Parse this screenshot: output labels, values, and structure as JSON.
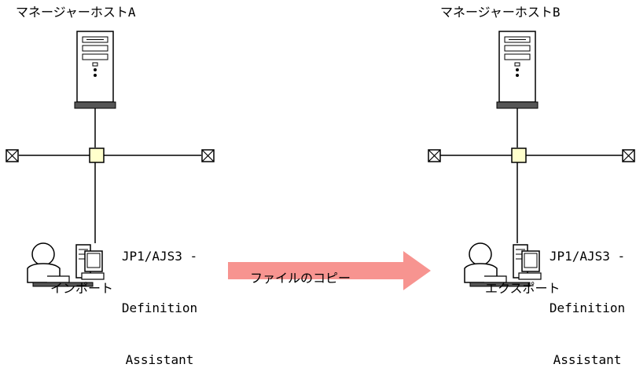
{
  "left_host": {
    "title": "マネージャーホストA",
    "product_lines": [
      "JP1/AJS3 -",
      "Definition",
      "Assistant"
    ],
    "caption": "インポート"
  },
  "right_host": {
    "title": "マネージャーホストB",
    "product_lines": [
      "JP1/AJS3 -",
      "Definition",
      "Assistant"
    ],
    "caption": "エクスポート"
  },
  "transfer": {
    "label": "ファイルのコピー",
    "arrow_color": "#f79490"
  },
  "colors": {
    "hub_fill": "#ffffcc",
    "server_fill": "#ffffff",
    "base_fill": "#555555",
    "line": "#000000"
  }
}
